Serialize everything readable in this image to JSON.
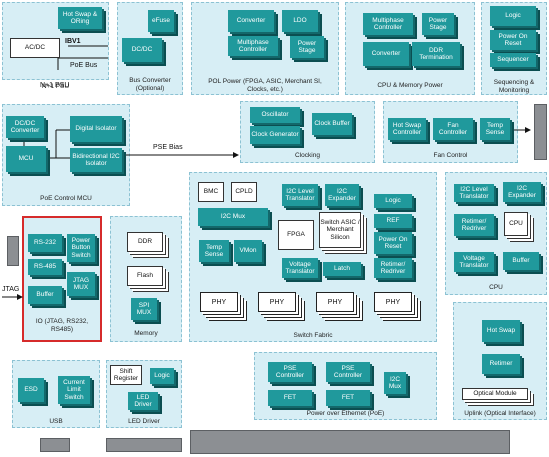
{
  "psu": {
    "hotswap": "Hot Swap & ORing",
    "acdc": "AC/DC",
    "ibv1": "IBV1",
    "poe_bus": "PoE Bus",
    "label": "N+1 PSU"
  },
  "bus_converter": {
    "efuse": "eFuse",
    "dcdc": "DC/DC",
    "label": "Bus Converter (Optional)"
  },
  "pol_power": {
    "converter": "Converter",
    "ldo": "LDO",
    "multiphase": "Multiphase Controller",
    "power_stage": "Power Stage",
    "label": "POL Power (FPGA, ASIC, Merchant SI, Clocks, etc.)"
  },
  "cpu_mem_power": {
    "multiphase": "Multiphase Controller",
    "power_stage": "Power Stage",
    "converter": "Converter",
    "ddr_term": "DDR Termination",
    "label": "CPU & Memory Power"
  },
  "sequencing": {
    "logic": "Logic",
    "por": "Power On Reset",
    "sequencer": "Sequencer",
    "label": "Sequencing & Monitoring"
  },
  "poe_mcu": {
    "dcdc": "DC/DC Converter",
    "digital_iso": "Digital Isolator",
    "mcu": "MCU",
    "bidir_iso": "Bidirectional I2C Isolator",
    "label": "PoE Control MCU",
    "pse_bias": "PSE Bias"
  },
  "clocking": {
    "oscillator": "Oscillator",
    "clock_gen": "Clock Generator",
    "clock_buffer": "Clock Buffer",
    "label": "Clocking"
  },
  "fan_control": {
    "hotswap": "Hot Swap Controller",
    "fan": "Fan Controller",
    "temp": "Temp Sense",
    "label": "Fan Control"
  },
  "switch_fabric": {
    "bmc": "BMC",
    "cpld": "CPLD",
    "i2c_level": "I2C Level Translator",
    "i2c_exp": "I2C Expander",
    "logic": "Logic",
    "i2c_mux": "I2C Mux",
    "fpga": "FPGA",
    "asic": "Switch ASIC / Merchant Silicon",
    "ref": "REF",
    "por": "Power On Reset",
    "temp": "Temp Sense",
    "vmon": "VMon",
    "volt_trans": "Voltage Translator",
    "latch": "Latch",
    "retimer": "Retimer/ Redriver",
    "phy": "PHY",
    "label": "Switch Fabric"
  },
  "cpu": {
    "i2c_level": "I2C Level Translator",
    "i2c_exp": "I2C Expander",
    "retimer": "Retimer/ Redriver",
    "cpu": "CPU",
    "volt_trans": "Voltage Translator",
    "buffer": "Buffer",
    "label": "CPU"
  },
  "io": {
    "rs232": "RS-232",
    "pbs": "Power Button Switch",
    "rs485": "RS-485",
    "jtag_mux": "JTAG MUX",
    "buffer": "Buffer",
    "label": "IO (JTAG, RS232, RS485)",
    "jtag": "JTAG"
  },
  "memory": {
    "ddr": "DDR",
    "flash": "Flash",
    "spi": "SPI MUX",
    "label": "Memory"
  },
  "uplink": {
    "hotswap": "Hot Swap",
    "retimer": "Retimer",
    "optical": "Optical Module",
    "label": "Uplink (Optical Interface)"
  },
  "usb": {
    "esd": "ESD",
    "climit": "Current Limit Switch",
    "label": "USB"
  },
  "led": {
    "shift": "Shift Register",
    "logic": "Logic",
    "driver": "LED Driver",
    "label": "LED Driver"
  },
  "poe": {
    "pse1": "PSE Controller",
    "pse2": "PSE Controller",
    "fet1": "FET",
    "fet2": "FET",
    "i2c_mux": "I2C Mux",
    "label": "Power over Ethernet (PoE)"
  }
}
